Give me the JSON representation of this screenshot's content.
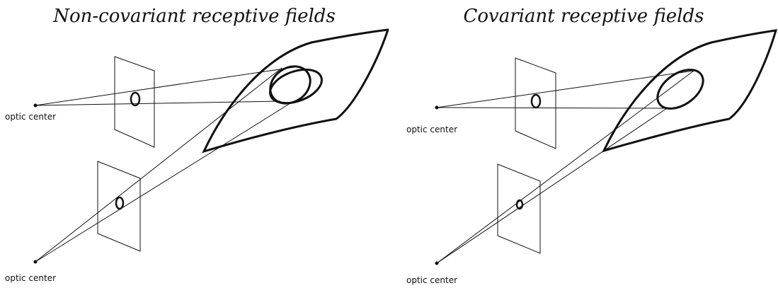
{
  "left_panel": {
    "title": "Non-covariant receptive fields",
    "label_top": "optic center",
    "label_bottom": "optic center"
  },
  "right_panel": {
    "title": "Covariant receptive fields",
    "label_top": "optic center",
    "label_bottom": "optic center"
  }
}
